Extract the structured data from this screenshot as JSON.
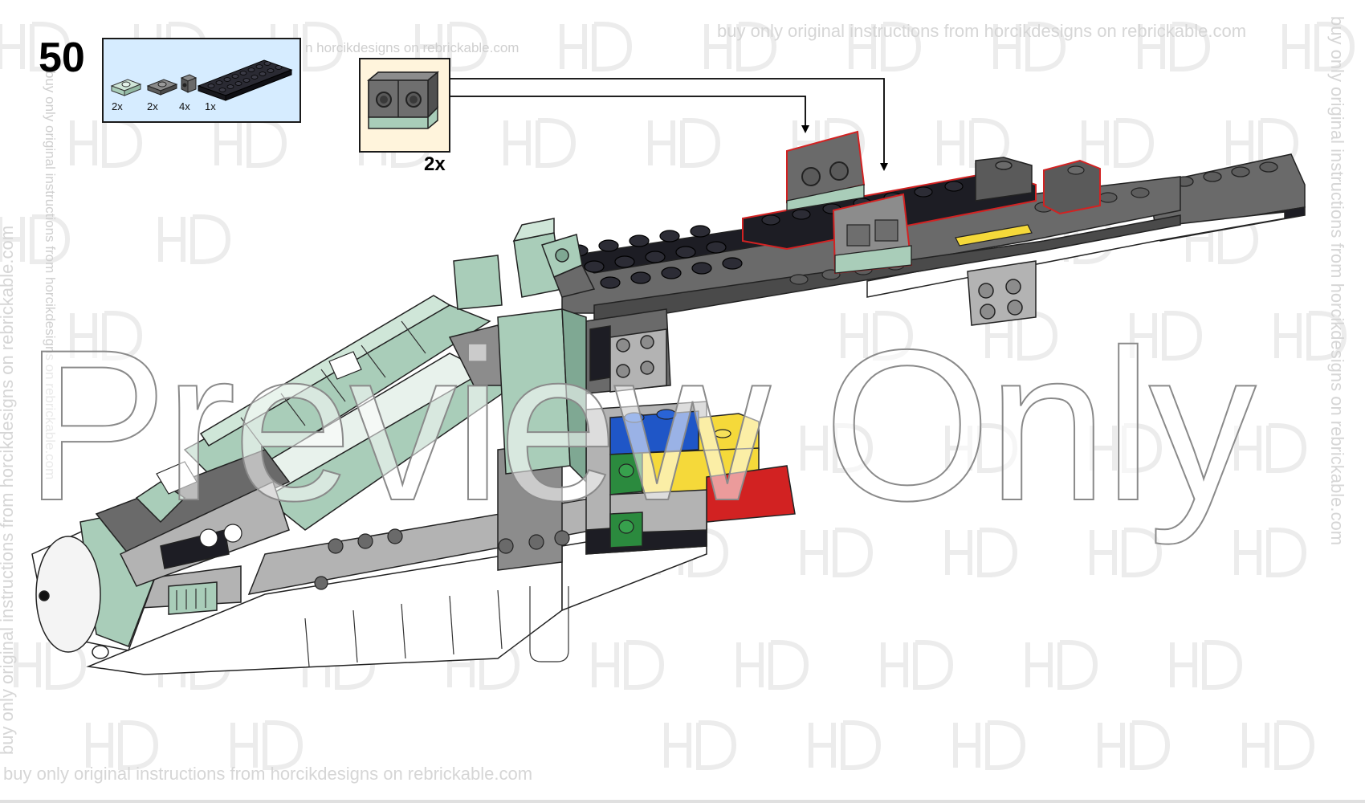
{
  "step": {
    "number": "50",
    "sub_quantity": "2x"
  },
  "parts": [
    {
      "qty": "2x",
      "icon": "green-jumper-plate-icon"
    },
    {
      "qty": "2x",
      "icon": "gray-tile-icon"
    },
    {
      "qty": "4x",
      "icon": "bracket-brick-icon"
    },
    {
      "qty": "1x",
      "icon": "black-plate-2x8-icon"
    }
  ],
  "watermarks": {
    "notice": "buy only original instructions from horcikdesigns on rebrickable.com",
    "inner": "buy only original instructions from horcikdesigns on rebrickable.com",
    "inner_fragment": "n horcikdesigns on rebrickable.com",
    "logo": "HD"
  },
  "overlay": {
    "preview": "Preview Only"
  },
  "colors": {
    "parts_bg": "#d6ecff",
    "sub_bg": "#fff4dc",
    "sand_green": "#a9cdb9",
    "dark_gray": "#6a6a6a",
    "light_gray": "#b3b3b3",
    "black": "#1d1d24",
    "highlight": "#d22222"
  }
}
